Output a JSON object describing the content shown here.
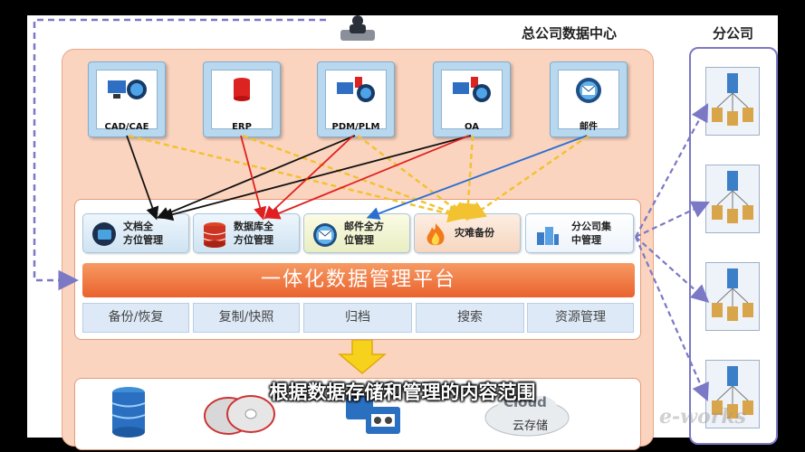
{
  "titles": {
    "hq": "总公司数据中心",
    "branch": "分公司"
  },
  "apps": [
    {
      "label": "CAD/CAE",
      "icon": "computer-globe-icon"
    },
    {
      "label": "ERP",
      "icon": "database-icon"
    },
    {
      "label": "PDM/PLM",
      "icon": "computer-database-icon"
    },
    {
      "label": "OA",
      "icon": "computer-database-icon"
    },
    {
      "label": "邮件",
      "icon": "mail-icon"
    }
  ],
  "modules": [
    {
      "line1": "文档全",
      "line2": "方位管理",
      "icon": "folder-globe-icon"
    },
    {
      "line1": "数据库全",
      "line2": "方位管理",
      "icon": "database-icon"
    },
    {
      "line1": "邮件全方",
      "line2": "位管理",
      "icon": "mail-icon"
    },
    {
      "line1": "灾难备份",
      "line2": "",
      "icon": "fire-icon"
    },
    {
      "line1": "分公司集",
      "line2": "中管理",
      "icon": "building-icon"
    }
  ],
  "platform": "一体化数据管理平台",
  "functions": [
    "备份/恢复",
    "复制/快照",
    "归档",
    "搜索",
    "资源管理"
  ],
  "storage": {
    "cloud_en": "Cloud",
    "cloud_cn": "云存储"
  },
  "subtitle": "根据数据存储和管理的内容范围",
  "watermark": "e-works",
  "colors": {
    "black_arrow": "#111111",
    "red_arrow": "#e02020",
    "yellow_arrow": "#f2c230",
    "blue_arrow": "#2a6fd0",
    "purple_dash": "#7b78c6",
    "platform": "#ef7a45"
  }
}
